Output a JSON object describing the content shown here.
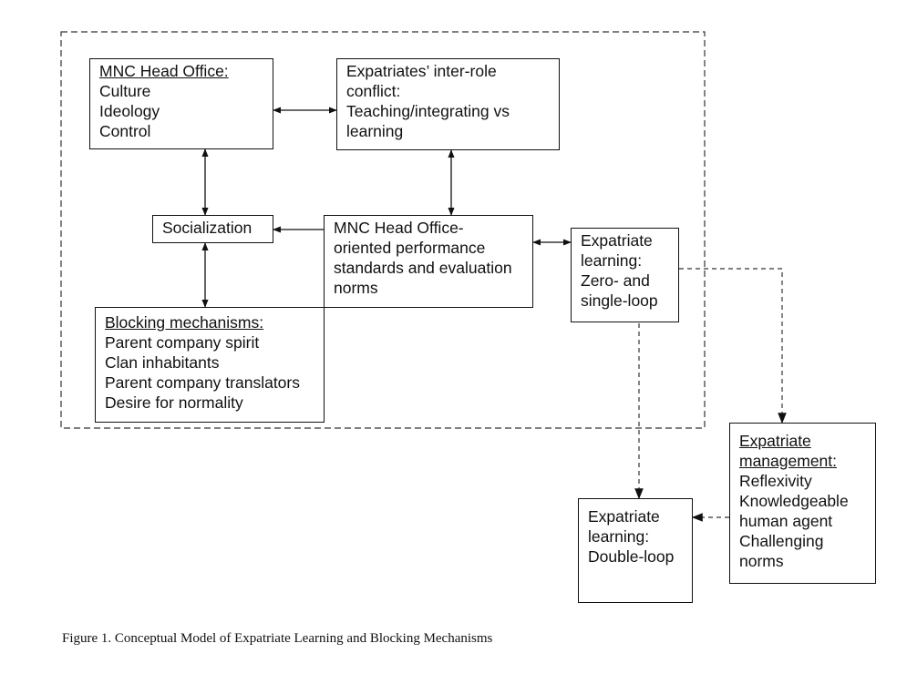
{
  "boxes": {
    "mnc_head_office": {
      "title": "MNC Head  Office:",
      "lines": [
        "Culture",
        "Ideology",
        "Control"
      ]
    },
    "inter_role_conflict": {
      "lines": [
        "Expatriates’ inter-role",
        "conflict:",
        "Teaching/integrating vs",
        "learning"
      ]
    },
    "socialization": {
      "lines": [
        "Socialization"
      ]
    },
    "performance_standards": {
      "lines": [
        "MNC Head  Office-",
        "oriented performance",
        "standards and evaluation",
        "norms"
      ]
    },
    "expatriate_learning_single": {
      "lines": [
        "Expatriate",
        "learning:",
        "Zero- and",
        "single-loop"
      ]
    },
    "blocking_mechanisms": {
      "title": "Blocking mechanisms:",
      "lines": [
        "Parent company spirit",
        "Clan inhabitants",
        "Parent company translators",
        "Desire for normality"
      ]
    },
    "expatriate_management": {
      "title_lines": [
        "Expatriate",
        "management:"
      ],
      "lines": [
        "Reflexivity",
        "Knowledgeable",
        "human agent",
        "Challenging",
        "norms"
      ]
    },
    "expatriate_learning_double": {
      "lines": [
        "Expatriate",
        "learning:",
        "Double-loop"
      ]
    }
  },
  "caption": "Figure 1. Conceptual Model of Expatriate Learning and Blocking Mechanisms"
}
